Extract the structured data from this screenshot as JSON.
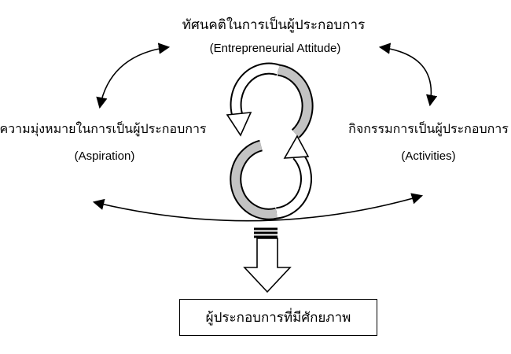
{
  "diagram": {
    "top_node": {
      "thai": "ทัศนคติในการเป็นผู้ประกอบการ",
      "english": "(Entrepreneurial Attitude)"
    },
    "left_node": {
      "thai": "ความมุ่งหมายในการเป็นผู้ประกอบการ",
      "english": "(Aspiration)"
    },
    "right_node": {
      "thai": "กิจกรรมการเป็นผู้ประกอบการ",
      "english": "(Activities)"
    },
    "outcome_box": {
      "thai": "ผู้ประกอบการที่มีศักยภาพ"
    },
    "colors": {
      "background": "#ffffff",
      "line": "#000000",
      "cycle_gray": "#c3c3c3",
      "arrow_fill": "#ffffff"
    }
  }
}
